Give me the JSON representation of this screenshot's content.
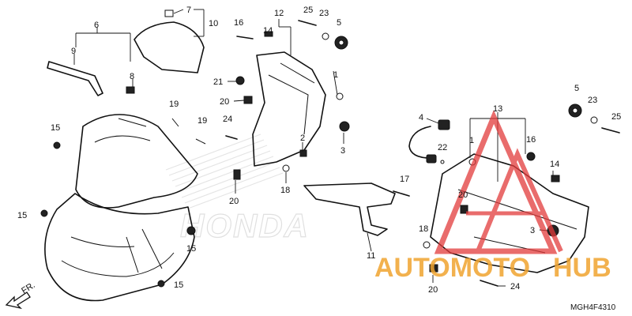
{
  "diagram": {
    "drawing_code": "MGH4F4310",
    "direction_label": "FR.",
    "watermark_text": "HONDA",
    "brand": {
      "part_a": "AUTOMOTO",
      "part_b": "HUB",
      "color": "#f0a430",
      "logo_color": "#e23b3b"
    },
    "callouts": [
      {
        "id": "c6",
        "label": "6"
      },
      {
        "id": "c7",
        "label": "7"
      },
      {
        "id": "c10",
        "label": "10"
      },
      {
        "id": "c9",
        "label": "9"
      },
      {
        "id": "c8",
        "label": "8"
      },
      {
        "id": "c16a",
        "label": "16"
      },
      {
        "id": "c12",
        "label": "12"
      },
      {
        "id": "c14a",
        "label": "14"
      },
      {
        "id": "c25a",
        "label": "25"
      },
      {
        "id": "c23a",
        "label": "23"
      },
      {
        "id": "c5a",
        "label": "5"
      },
      {
        "id": "c1a",
        "label": "1"
      },
      {
        "id": "c21",
        "label": "21"
      },
      {
        "id": "c20a",
        "label": "20"
      },
      {
        "id": "c19a",
        "label": "19"
      },
      {
        "id": "c19b",
        "label": "19"
      },
      {
        "id": "c24a",
        "label": "24"
      },
      {
        "id": "c15a",
        "label": "15"
      },
      {
        "id": "c15b",
        "label": "15"
      },
      {
        "id": "c15c",
        "label": "15"
      },
      {
        "id": "c15d",
        "label": "15"
      },
      {
        "id": "c2",
        "label": "2"
      },
      {
        "id": "c3a",
        "label": "3"
      },
      {
        "id": "c18a",
        "label": "18"
      },
      {
        "id": "c20b",
        "label": "20"
      },
      {
        "id": "c4",
        "label": "4"
      },
      {
        "id": "c22",
        "label": "22"
      },
      {
        "id": "c17",
        "label": "17"
      },
      {
        "id": "c11",
        "label": "11"
      },
      {
        "id": "c13",
        "label": "13"
      },
      {
        "id": "c1b",
        "label": "1"
      },
      {
        "id": "c16b",
        "label": "16"
      },
      {
        "id": "c14b",
        "label": "14"
      },
      {
        "id": "c20c",
        "label": "20"
      },
      {
        "id": "c3b",
        "label": "3"
      },
      {
        "id": "c18b",
        "label": "18"
      },
      {
        "id": "c20d",
        "label": "20"
      },
      {
        "id": "c24b",
        "label": "24"
      },
      {
        "id": "c5b",
        "label": "5"
      },
      {
        "id": "c23b",
        "label": "23"
      },
      {
        "id": "c25b",
        "label": "25"
      }
    ]
  }
}
